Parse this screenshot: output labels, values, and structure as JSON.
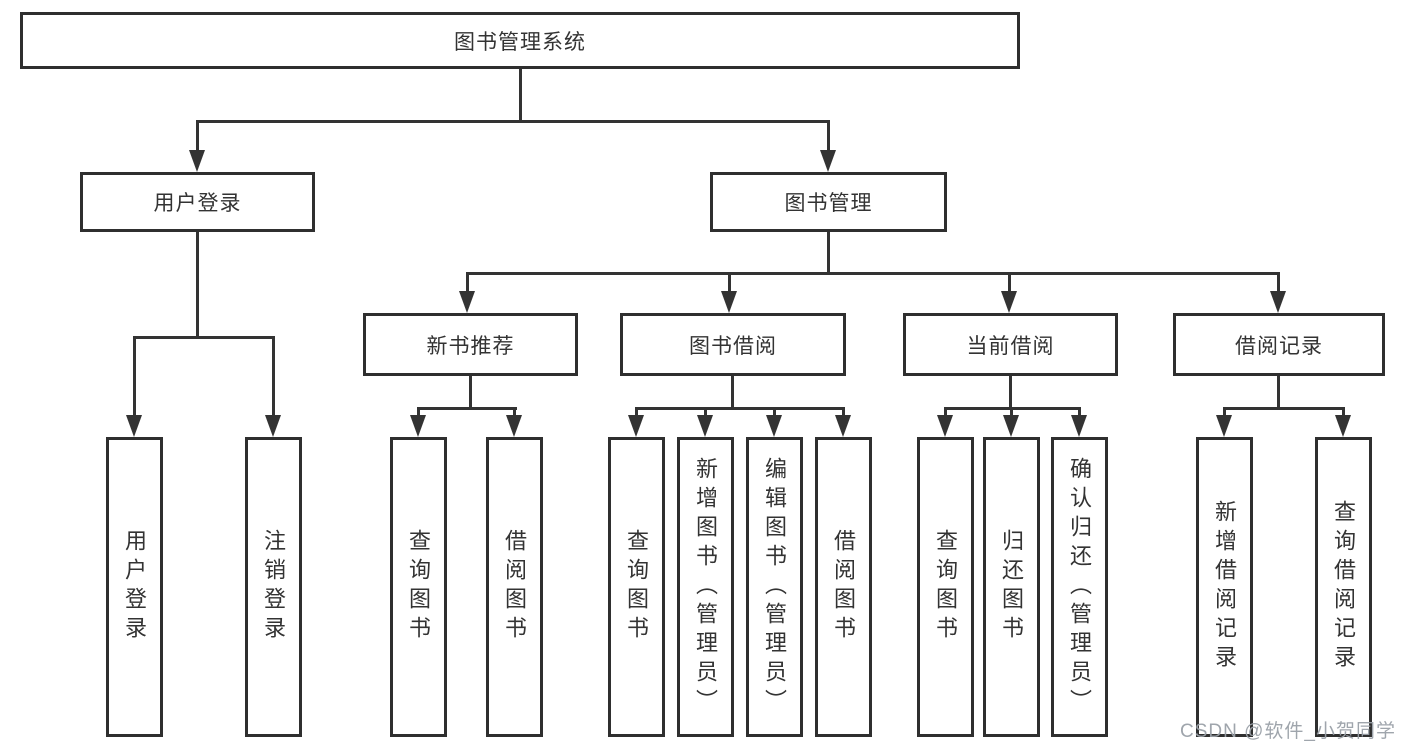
{
  "tree": {
    "root": {
      "label": "图书管理系统"
    },
    "children": [
      {
        "label": "用户登录",
        "children": [
          {
            "label": "用户登录"
          },
          {
            "label": "注销登录"
          }
        ]
      },
      {
        "label": "图书管理",
        "children": [
          {
            "label": "新书推荐",
            "children": [
              {
                "label": "查询图书"
              },
              {
                "label": "借阅图书"
              }
            ]
          },
          {
            "label": "图书借阅",
            "children": [
              {
                "label": "查询图书"
              },
              {
                "label": "新增图书（管理员）"
              },
              {
                "label": "编辑图书（管理员）"
              },
              {
                "label": "借阅图书"
              }
            ]
          },
          {
            "label": "当前借阅",
            "children": [
              {
                "label": "查询图书"
              },
              {
                "label": "归还图书"
              },
              {
                "label": "确认归还（管理员）"
              }
            ]
          },
          {
            "label": "借阅记录",
            "children": [
              {
                "label": "新增借阅记录"
              },
              {
                "label": "查询借阅记录"
              }
            ]
          }
        ]
      }
    ]
  },
  "watermark": {
    "text": "CSDN @软件_小贺同学"
  },
  "colors": {
    "line": "#333333",
    "border": "#2f2f2f",
    "text": "#333333",
    "background": "#ffffff",
    "watermark": "#9aa0a8"
  }
}
